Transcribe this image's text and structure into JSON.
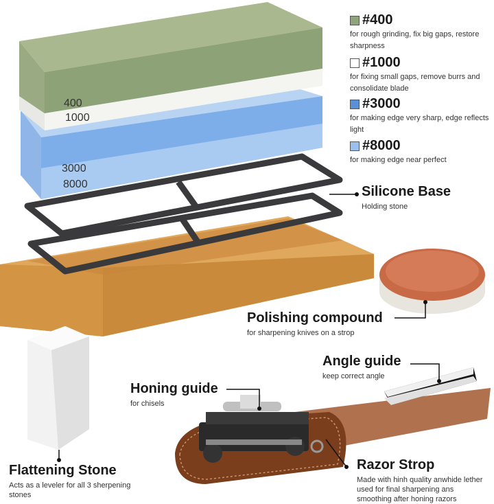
{
  "grits": [
    {
      "label": "#400",
      "desc": "for rough grinding, fix big gaps, restore sharpness",
      "color": "#8fa47a"
    },
    {
      "label": "#1000",
      "desc": "for fixing small gaps, remove burrs and consolidate blade",
      "color": "#ffffff"
    },
    {
      "label": "#3000",
      "desc": "for making edge very sharp, edge reflects light",
      "color": "#5b8fd6"
    },
    {
      "label": "#8000",
      "desc": "for making edge near perfect",
      "color": "#9cc0ee"
    }
  ],
  "stone_labels": {
    "a": "400",
    "b": "1000",
    "c": "3000",
    "d": "8000"
  },
  "silicone_base": {
    "title": "Silicone Base",
    "desc": "Holding stone"
  },
  "polishing": {
    "title": "Polishing compound",
    "desc": "for sharpening knives on a strop"
  },
  "angle_guide": {
    "title": "Angle guide",
    "desc": "keep correct angle"
  },
  "honing_guide": {
    "title": "Honing guide",
    "desc": "for chisels"
  },
  "flattening": {
    "title": "Flattening Stone",
    "desc": "Acts as a leveler for all 3 sherpening stones"
  },
  "razor_strop": {
    "title": "Razor Strop",
    "desc": "Made with hinh quality anwhide lether used for final sharpening ans smoothing after honing razors"
  }
}
